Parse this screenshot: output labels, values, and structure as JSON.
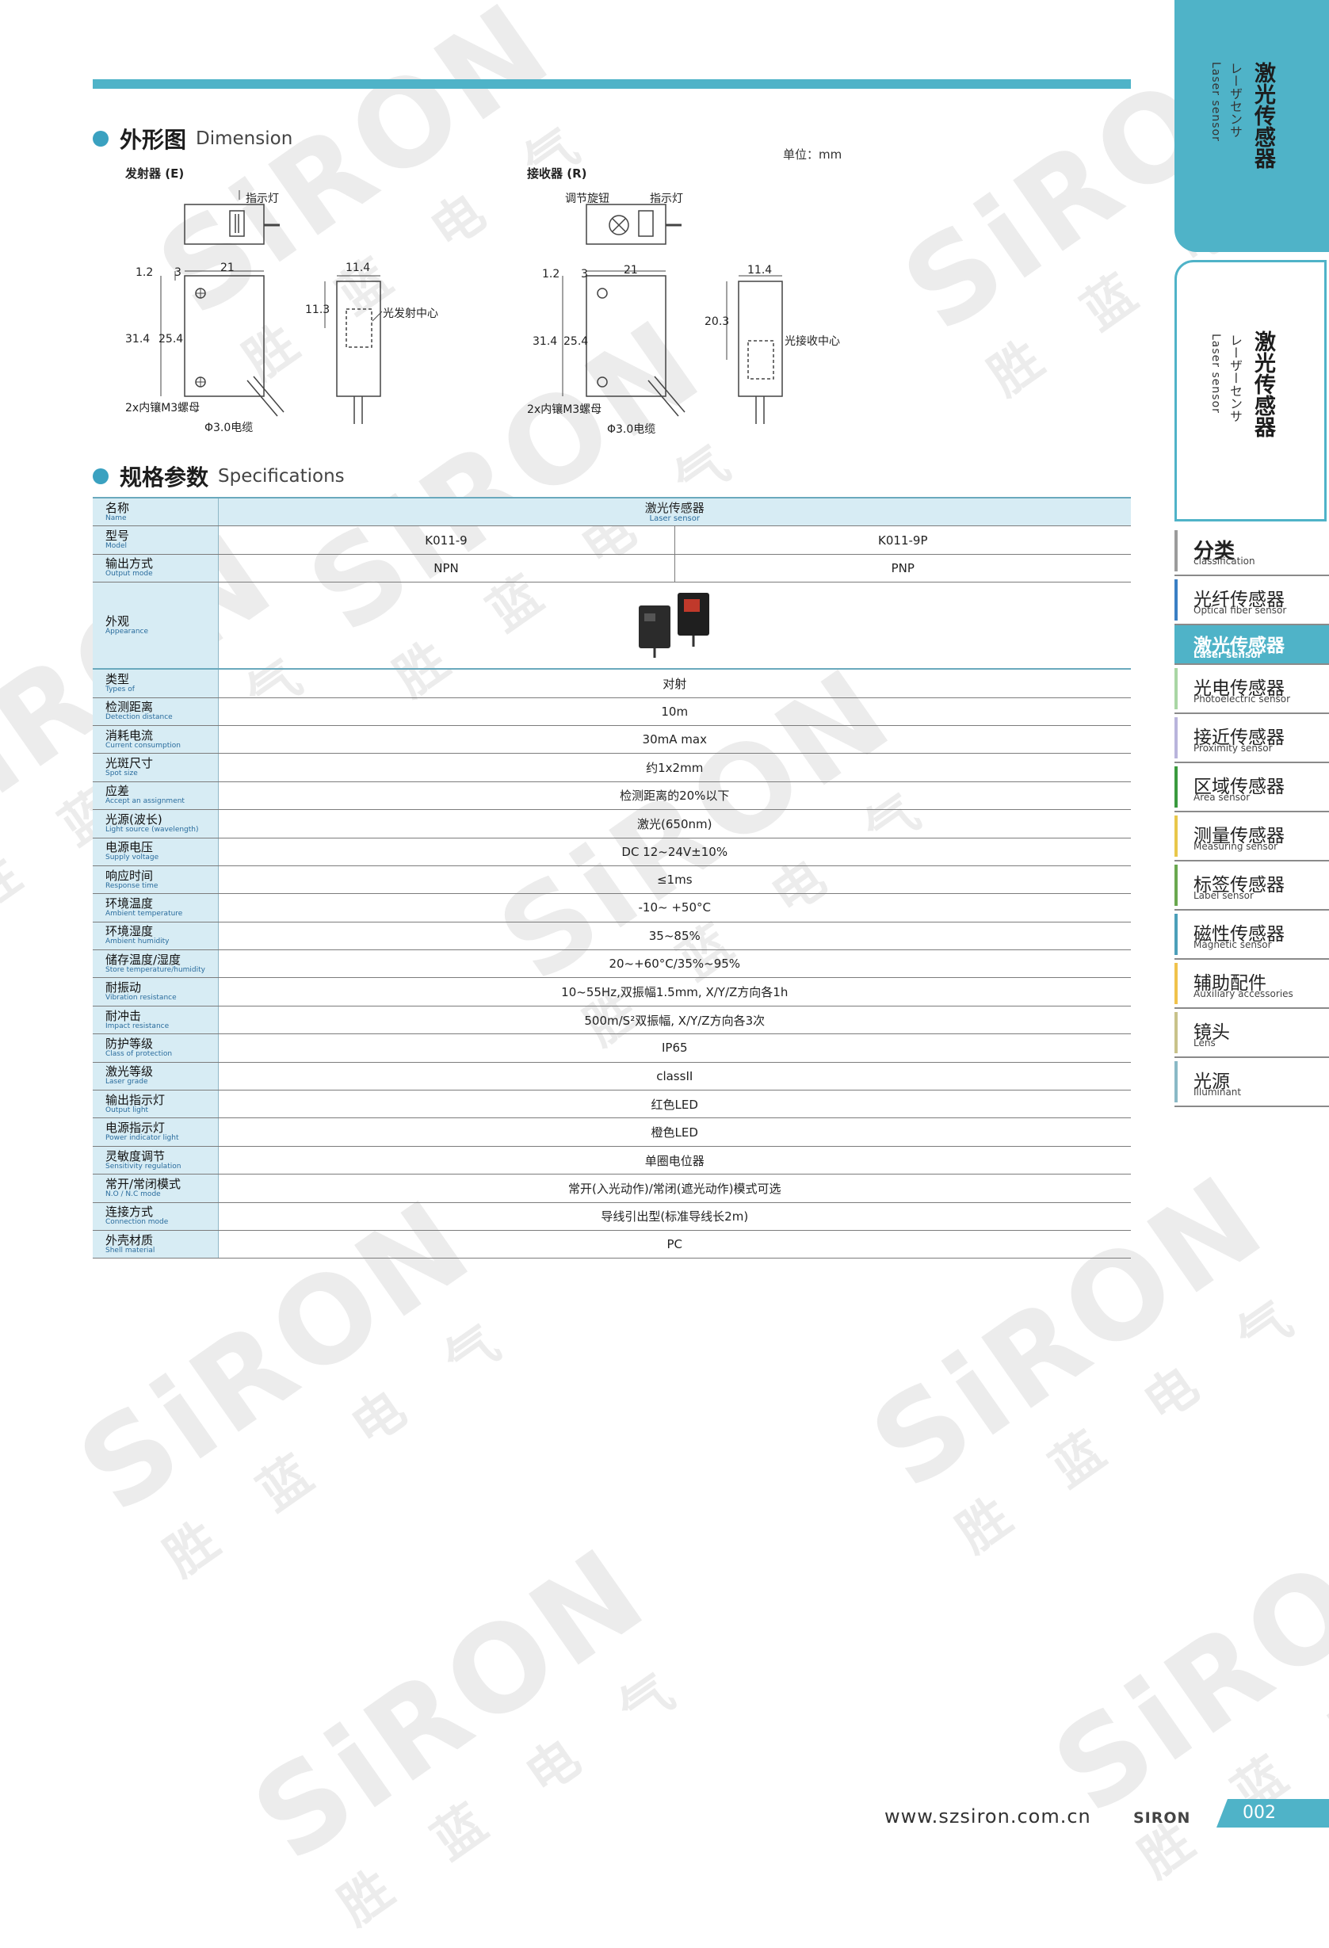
{
  "side_tab": {
    "title_cn": "激光传感器",
    "title_ja": "レーザセンサ",
    "title_en": "Laser sensor",
    "title2_ja": "レーザーセンサ"
  },
  "nav": {
    "header_cn": "分类",
    "header_en": "classification",
    "items": [
      {
        "cn": "光纤传感器",
        "en": "Optical fiber sensor",
        "color": "#3a7fc4"
      },
      {
        "cn": "激光传感器",
        "en": "Laser sensor",
        "color": "#4fb3c8"
      },
      {
        "cn": "光电传感器",
        "en": "Photoelectric sensor",
        "color": "#a9d6a4"
      },
      {
        "cn": "接近传感器",
        "en": "Proximity sensor",
        "color": "#b9b4dc"
      },
      {
        "cn": "区域传感器",
        "en": "Area sensor",
        "color": "#3a9a3e"
      },
      {
        "cn": "测量传感器",
        "en": "Measuring sensor",
        "color": "#e8c74a"
      },
      {
        "cn": "标签传感器",
        "en": "Label sensor",
        "color": "#6aa84f"
      },
      {
        "cn": "磁性传感器",
        "en": "Magnetic sensor",
        "color": "#4c9fb9"
      },
      {
        "cn": "辅助配件",
        "en": "Auxiliary accessories",
        "color": "#f0c24b"
      },
      {
        "cn": "镜头",
        "en": "Lens",
        "color": "#c8c28a"
      },
      {
        "cn": "光源",
        "en": "Illuminant",
        "color": "#8ab9c6"
      }
    ]
  },
  "dimension": {
    "title_cn": "外形图",
    "title_en": "Dimension",
    "unit": "单位：mm",
    "emitter_label": "发射器 (E)",
    "receiver_label": "接收器 (R)",
    "indicator": "指示灯",
    "knob": "调节旋钮",
    "emit_center": "光发射中心",
    "recv_center": "光接收中心",
    "screw": "2x内镶M3螺母",
    "cable": "Φ3.0电缆",
    "dims": {
      "d12": "1.2",
      "d3": "3",
      "d21": "21",
      "d114": "11.4",
      "d113": "11.3",
      "d203": "20.3",
      "d314": "31.4",
      "d254": "25.4"
    }
  },
  "specs": {
    "title_cn": "规格参数",
    "title_en": "Specifications",
    "name": {
      "cn": "名称",
      "en": "Name",
      "value_cn": "激光传感器",
      "value_en": "Laser sensor"
    },
    "model": {
      "cn": "型号",
      "en": "Model",
      "a": "K011-9",
      "b": "K011-9P"
    },
    "output": {
      "cn": "输出方式",
      "en": "Output mode",
      "a": "NPN",
      "b": "PNP"
    },
    "appearance": {
      "cn": "外观",
      "en": "Appearance"
    },
    "rows": [
      {
        "cn": "类型",
        "en": "Types of",
        "value": "对射"
      },
      {
        "cn": "检测距离",
        "en": "Detection distance",
        "value": "10m"
      },
      {
        "cn": "消耗电流",
        "en": "Current consumption",
        "value": "30mA max"
      },
      {
        "cn": "光斑尺寸",
        "en": "Spot size",
        "value": "约1x2mm"
      },
      {
        "cn": "应差",
        "en": "Accept an assignment",
        "value": "检测距离的20%以下"
      },
      {
        "cn": "光源(波长)",
        "en": "Light source (wavelength)",
        "value": "激光(650nm)"
      },
      {
        "cn": "电源电压",
        "en": "Supply voltage",
        "value": "DC 12~24V±10%"
      },
      {
        "cn": "响应时间",
        "en": "Response time",
        "value": "≤1ms"
      },
      {
        "cn": "环境温度",
        "en": "Ambient temperature",
        "value": "-10~ +50°C"
      },
      {
        "cn": "环境湿度",
        "en": "Ambient humidity",
        "value": "35~85%"
      },
      {
        "cn": "储存温度/湿度",
        "en": "Store temperature/humidity",
        "value": "20~+60°C/35%~95%"
      },
      {
        "cn": "耐振动",
        "en": "Vibration resistance",
        "value": "10~55Hz,双振幅1.5mm, X/Y/Z方向各1h"
      },
      {
        "cn": "耐冲击",
        "en": "Impact resistance",
        "value": "500m/S²双振幅, X/Y/Z方向各3次"
      },
      {
        "cn": "防护等级",
        "en": "Class of protection",
        "value": "IP65"
      },
      {
        "cn": "激光等级",
        "en": "Laser grade",
        "value": "classII"
      },
      {
        "cn": "输出指示灯",
        "en": "Output light",
        "value": "红色LED"
      },
      {
        "cn": "电源指示灯",
        "en": "Power indicator light",
        "value": "橙色LED"
      },
      {
        "cn": "灵敏度调节",
        "en": "Sensitivity regulation",
        "value": "单圈电位器"
      },
      {
        "cn": "常开/常闭模式",
        "en": "N.O / N.C mode",
        "value": "常开(入光动作)/常闭(遮光动作)模式可选"
      },
      {
        "cn": "连接方式",
        "en": "Connection mode",
        "value": "导线引出型(标准导线长2m)"
      },
      {
        "cn": "外壳材质",
        "en": "Shell material",
        "value": "PC"
      }
    ]
  },
  "footer": {
    "url": "www.szsiron.com.cn",
    "logo": "SIRON",
    "page": "002"
  },
  "watermark": {
    "logo": "SiRON",
    "chars": "胜蓝电气"
  }
}
